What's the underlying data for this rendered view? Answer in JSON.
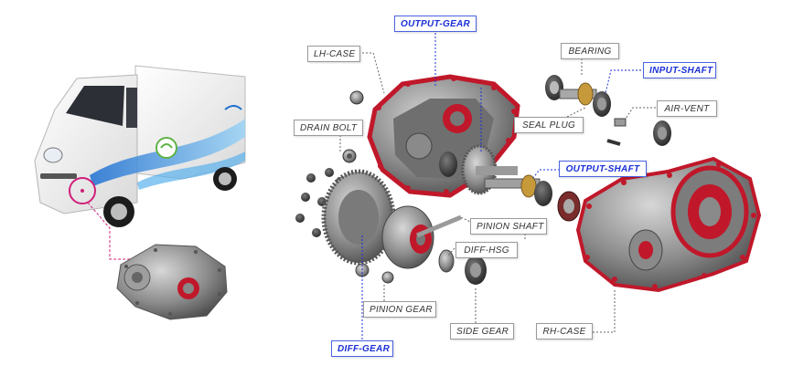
{
  "labels": {
    "output_gear": "OUTPUT-GEAR",
    "lh_case": "LH-CASE",
    "bearing": "BEARING",
    "input_shaft": "INPUT-SHAFT",
    "drain_bolt": "DRAIN BOLT",
    "air_vent": "AIR-VENT",
    "seal_plug": "SEAL PLUG",
    "output_shaft": "OUTPUT-SHAFT",
    "pinion_shaft": "PINION SHAFT",
    "diff_hsg": "DIFF-HSG",
    "pinion_gear": "PINION GEAR",
    "side_gear": "SIDE GEAR",
    "rh_case": "RH-CASE",
    "diff_gear": "DIFF-GEAR"
  },
  "colors": {
    "highlight_red": "#c0182a",
    "blue_callout": "#1a2fd6",
    "gray_callout": "#333333",
    "metal": "#8c8c8c",
    "van_body": "#f4f4f4",
    "magenta_leader": "#d0207a"
  },
  "images": {
    "vehicle": "electric-van",
    "gearbox": "assembled-gearbox"
  }
}
